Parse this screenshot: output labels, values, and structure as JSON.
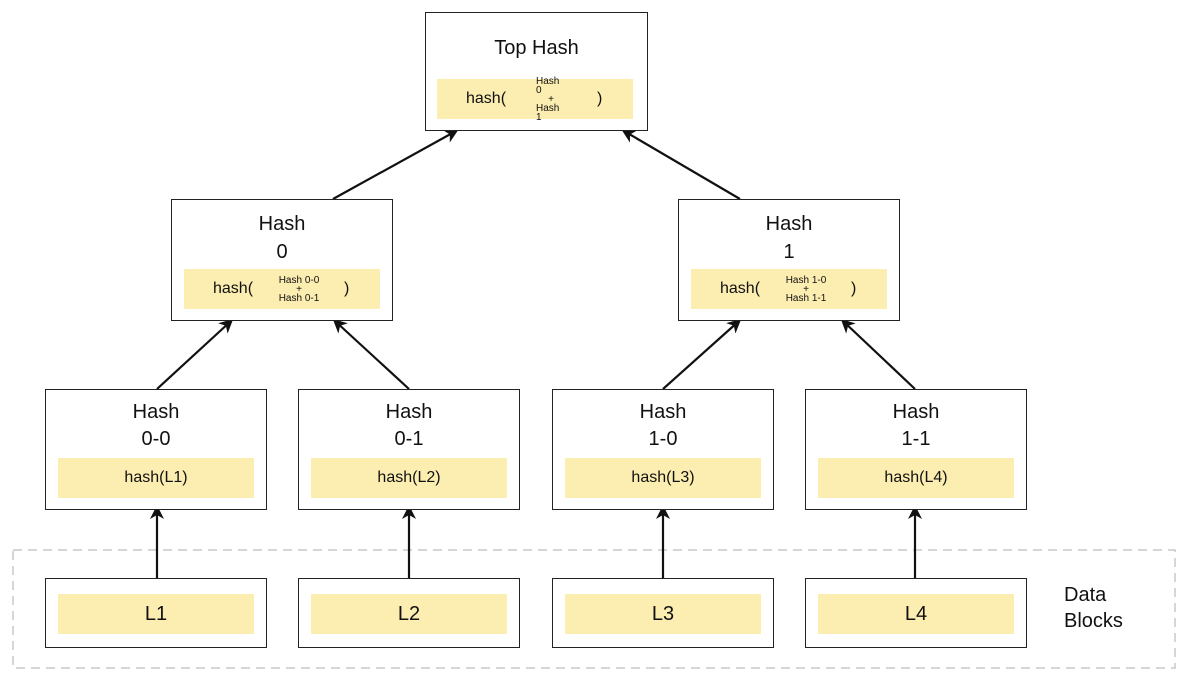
{
  "top": {
    "title": "Top Hash",
    "fn": "hash(",
    "stack_top": "Hash 0",
    "stack_plus": "+",
    "stack_bottom": "Hash 1",
    "close": ")"
  },
  "hash0": {
    "title_line1": "Hash",
    "title_line2": "0",
    "fn": "hash(",
    "stack_top": "Hash 0-0",
    "stack_plus": "+",
    "stack_bottom": "Hash 0-1",
    "close": ")"
  },
  "hash1": {
    "title_line1": "Hash",
    "title_line2": "1",
    "fn": "hash(",
    "stack_top": "Hash 1-0",
    "stack_plus": "+",
    "stack_bottom": "Hash 1-1",
    "close": ")"
  },
  "leaf_hashes": [
    {
      "title_line1": "Hash",
      "title_line2": "0-0",
      "fn": "hash(L1)"
    },
    {
      "title_line1": "Hash",
      "title_line2": "0-1",
      "fn": "hash(L2)"
    },
    {
      "title_line1": "Hash",
      "title_line2": "1-0",
      "fn": "hash(L3)"
    },
    {
      "title_line1": "Hash",
      "title_line2": "1-1",
      "fn": "hash(L4)"
    }
  ],
  "data_blocks": {
    "label_line1": "Data",
    "label_line2": "Blocks",
    "items": [
      "L1",
      "L2",
      "L3",
      "L4"
    ]
  },
  "colors": {
    "panel": "#fcedb0",
    "border": "#222222",
    "dashed": "#c8c8c8"
  }
}
